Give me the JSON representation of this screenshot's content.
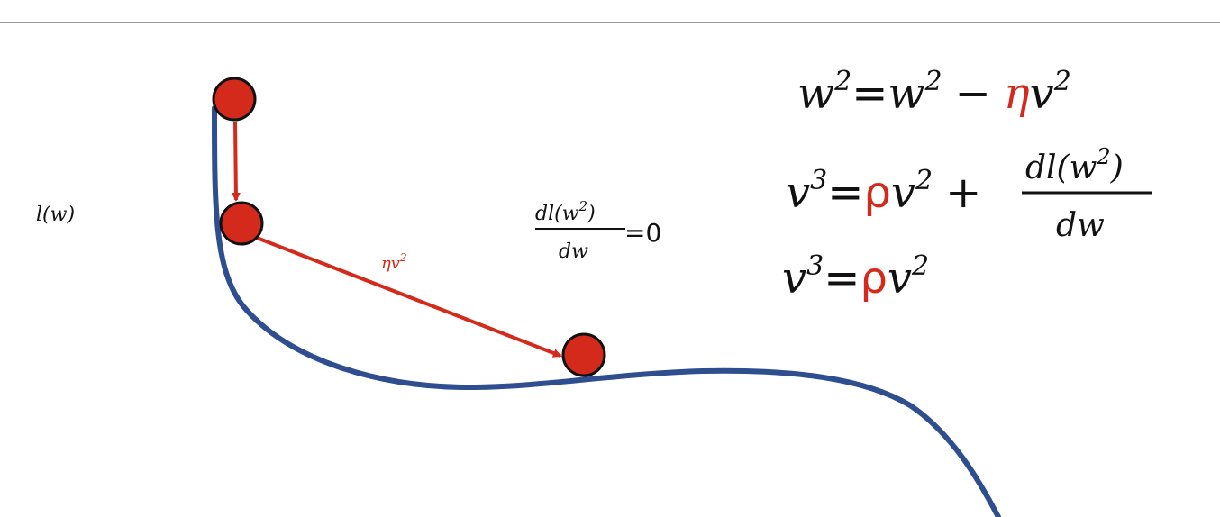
{
  "diagram": {
    "curve_label": {
      "text": "l(w)"
    },
    "step_label": {
      "eta": "η",
      "v": "v",
      "exp": "2"
    },
    "zero_gradient": {
      "numerator": "dl(w",
      "numerator_exp": "2",
      "numerator_close": ")",
      "denominator": "dw",
      "equals_zero": "=0"
    },
    "equations": {
      "eq1": {
        "lhs": "w",
        "lhs_exp": "2",
        "eq": "=",
        "w": "w",
        "w_exp": "2",
        "minus": "−",
        "eta": "η",
        "v": "v",
        "v_exp": "2"
      },
      "eq2": {
        "lhs": "v",
        "lhs_exp": "3",
        "eq": "=",
        "rho": "ρ",
        "v": "v",
        "v_exp": "2",
        "plus": "+",
        "num": "dl(w",
        "num_exp": "2",
        "num_close": ")",
        "den": "dw"
      },
      "eq3": {
        "lhs": "v",
        "lhs_exp": "3",
        "eq": "=",
        "rho": "ρ",
        "v": "v",
        "v_exp": "2"
      }
    },
    "colors": {
      "curve": "#2f4e8f",
      "ball": "#d42a1c",
      "arrow": "#d42a1c",
      "ball_outline": "#111111",
      "accent_text": "#d42a1c"
    }
  }
}
